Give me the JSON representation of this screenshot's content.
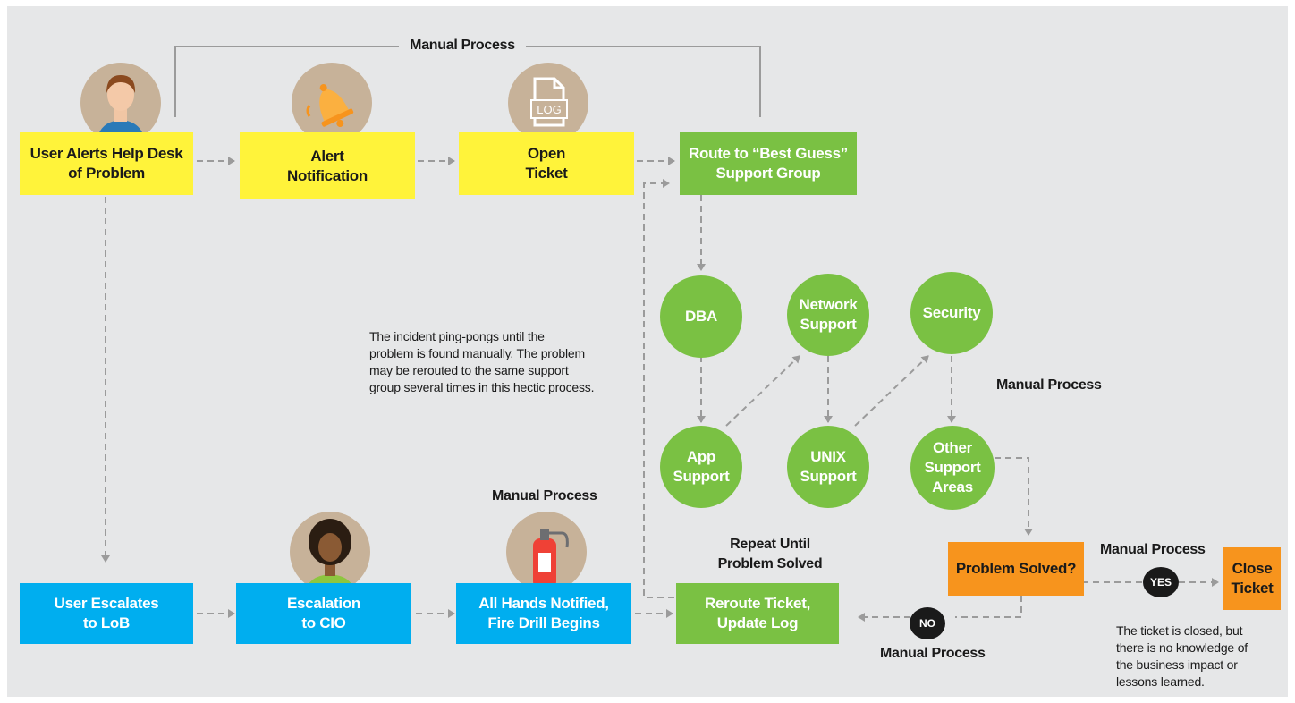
{
  "boxes": {
    "user_alerts": "User Alerts Help Desk\nof Problem",
    "alert_notification": "Alert\nNotification",
    "open_ticket": "Open\nTicket",
    "route": "Route to “Best Guess”\nSupport Group",
    "user_escalates": "User Escalates\nto LoB",
    "escalation_cio": "Escalation\nto CIO",
    "all_hands": "All Hands Notified,\nFire Drill Begins",
    "reroute": "Reroute Ticket,\nUpdate Log",
    "problem_solved": "Problem Solved?",
    "close_ticket": "Close\nTicket"
  },
  "circles": {
    "dba": "DBA",
    "network_support": "Network\nSupport",
    "security": "Security",
    "app_support": "App\nSupport",
    "unix_support": "UNIX\nSupport",
    "other_support": "Other\nSupport\nAreas"
  },
  "labels": {
    "manual_top": "Manual Process",
    "manual_right": "Manual Process",
    "manual_fire": "Manual Process",
    "manual_yes": "Manual Process",
    "manual_no": "Manual Process",
    "repeat": "Repeat Until\nProblem Solved",
    "yes": "YES",
    "no": "NO",
    "log_icon_text": "LOG"
  },
  "notes": {
    "pingpong": "The incident ping-pongs until the\nproblem is found manually. The problem\nmay be rerouted to the same support\ngroup several times in this hectic process.",
    "closed": "The ticket is closed, but\nthere is no knowledge of\nthe business impact or\nlessons learned."
  },
  "icons": {
    "user_avatar": "user-avatar-icon",
    "bell": "bell-icon",
    "log_file": "log-file-icon",
    "cio_avatar": "cio-avatar-icon",
    "fire_extinguisher": "fire-extinguisher-icon"
  },
  "colors": {
    "background": "#e6e7e8",
    "yellow": "#fff33a",
    "green": "#7ac143",
    "blue": "#00aeef",
    "orange": "#f7941d",
    "connector": "#9b9b9b",
    "icon_circle": "#c7b299"
  }
}
